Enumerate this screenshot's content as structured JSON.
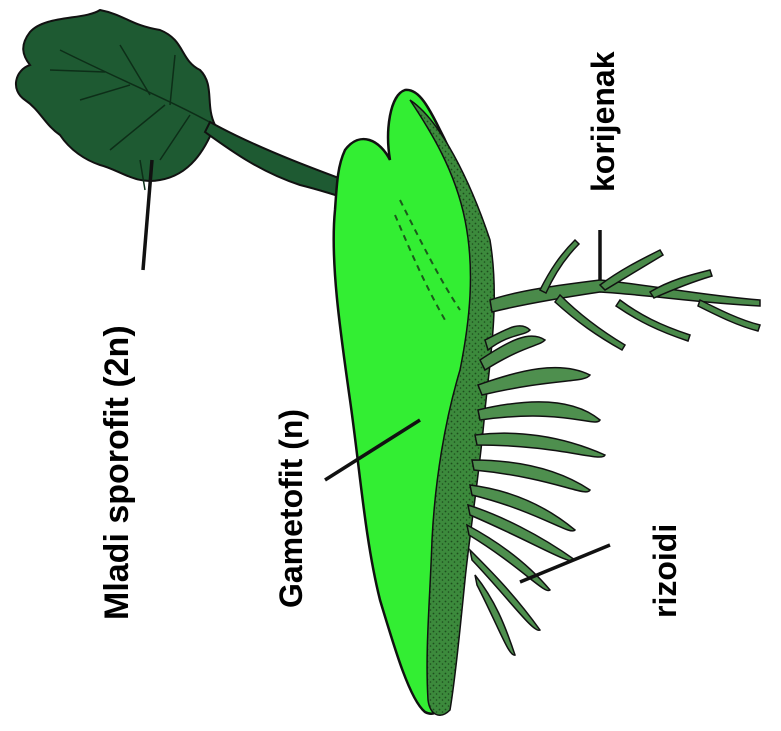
{
  "labels": {
    "sporophyte": "Mladi sporofit (2n)",
    "gametophyte": "Gametofit (n)",
    "root": "korijenak",
    "rhizoids": "rizoidi"
  },
  "colors": {
    "gametophyte_fill": "#33ee33",
    "tissue_fill": "#3c8a3c",
    "leaf_fill": "#1e5a32",
    "stem_fill": "#1e5a32",
    "root_fill": "#4a8a4a",
    "rhizoid_fill": "#4e8f4e",
    "outline": "#111111"
  }
}
